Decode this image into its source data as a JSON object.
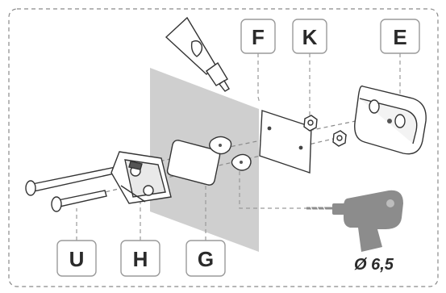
{
  "labels": {
    "F": "F",
    "K": "K",
    "E": "E",
    "U": "U",
    "H": "H",
    "G": "G"
  },
  "drill": {
    "diameter": "Ø 6,5"
  },
  "icons": [
    "glue-tube-icon",
    "drill-icon"
  ],
  "colors": {
    "wall": "#cfcfcf",
    "label_border": "#9a9a9a",
    "text": "#2a2a2a",
    "drill": "#8c8c8c"
  }
}
